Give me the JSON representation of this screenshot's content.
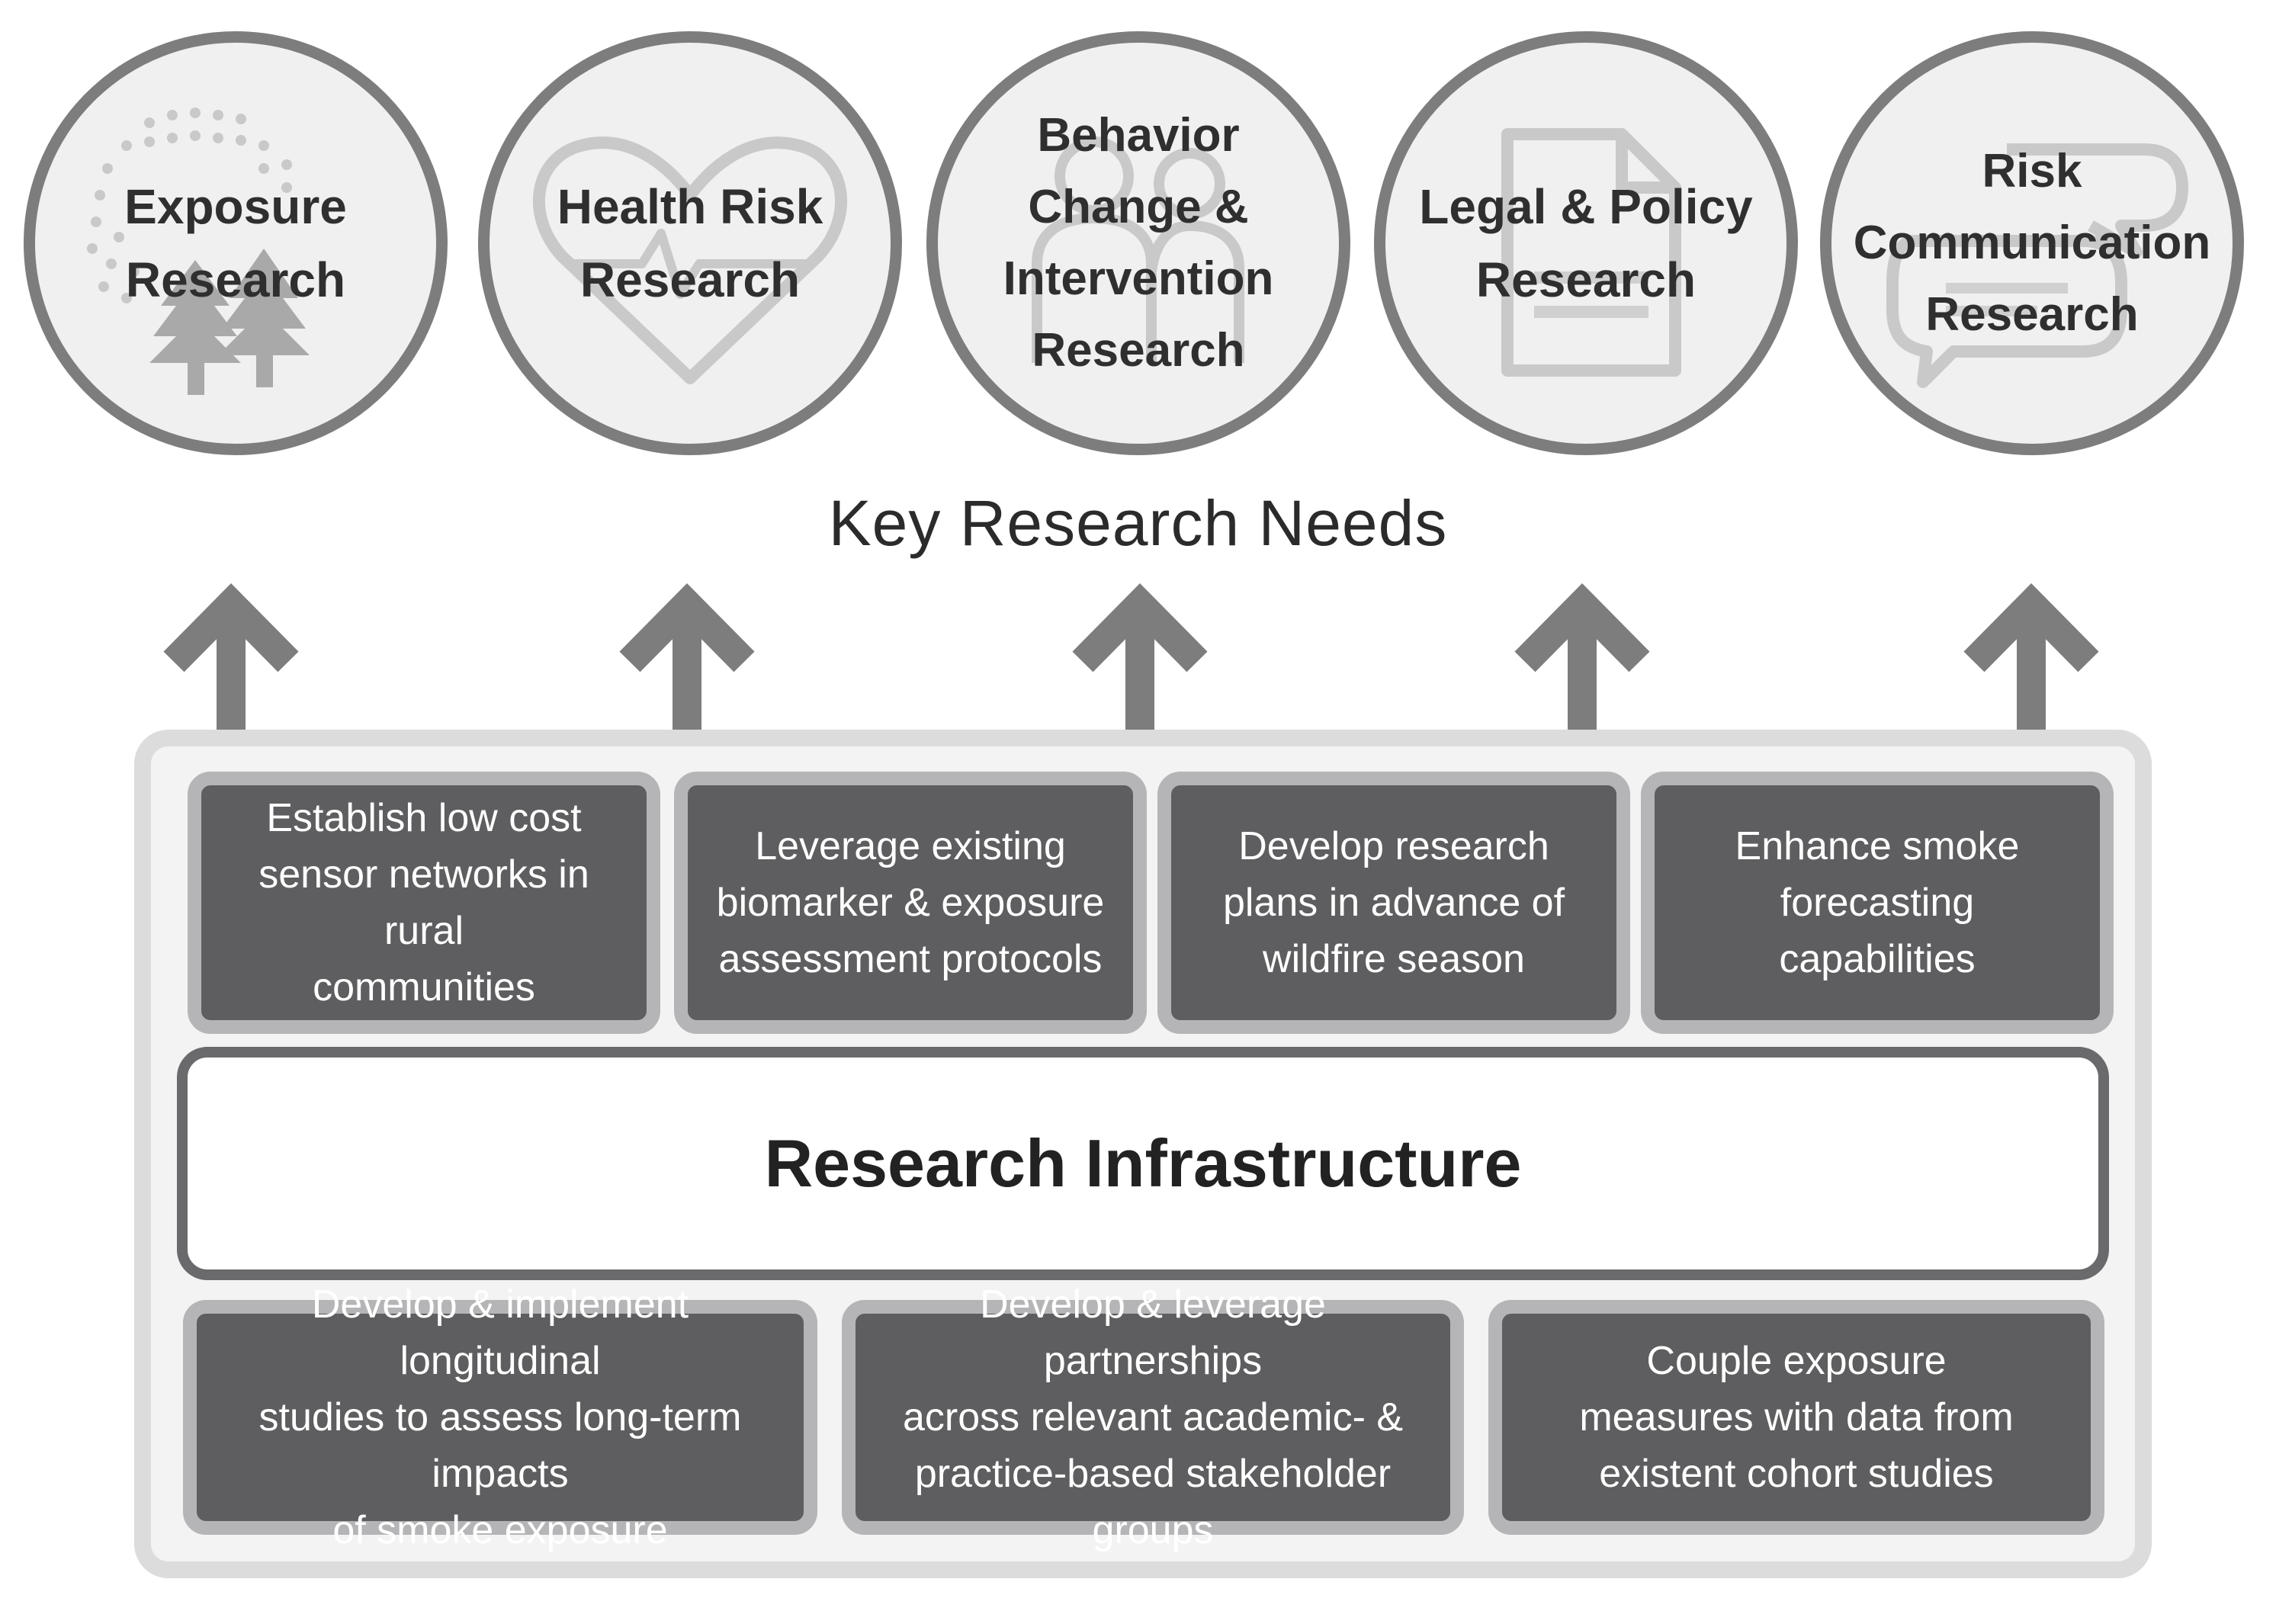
{
  "research_needs": [
    {
      "lines": [
        "Exposure",
        "Research"
      ],
      "icon": "trees-smoke-icon"
    },
    {
      "lines": [
        "Health Risk",
        "Research"
      ],
      "icon": "heart-pulse-icon"
    },
    {
      "lines": [
        "Behavior",
        "Change &",
        "Intervention",
        "Research"
      ],
      "icon": "people-icon"
    },
    {
      "lines": [
        "Legal & Policy",
        "Research"
      ],
      "icon": "document-icon"
    },
    {
      "lines": [
        "Risk",
        "Communication",
        "Research"
      ],
      "icon": "speech-bubbles-icon"
    }
  ],
  "title": "Key Research Needs",
  "infrastructure_label": "Research Infrastructure",
  "top_items": [
    "Establish low cost\nsensor networks in rural\ncommunities",
    "Leverage existing\nbiomarker & exposure\nassessment protocols",
    "Develop research\nplans in advance of\nwildfire season",
    "Enhance smoke\nforecasting\ncapabilities"
  ],
  "bottom_items": [
    "Develop & implement longitudinal\nstudies to assess long-term impacts\nof smoke exposure",
    "Develop & leverage partnerships\nacross relevant academic- &\npractice-based stakeholder groups",
    "Couple exposure\nmeasures with data from\nexistent cohort studies"
  ],
  "colors": {
    "circle_fill": "#f0f0f0",
    "circle_border": "#7d7d7e",
    "box_fill": "#5e5e60",
    "box_border": "#b5b5b7",
    "arrow": "#7d7d7e",
    "frame": "#dcdcdc"
  }
}
